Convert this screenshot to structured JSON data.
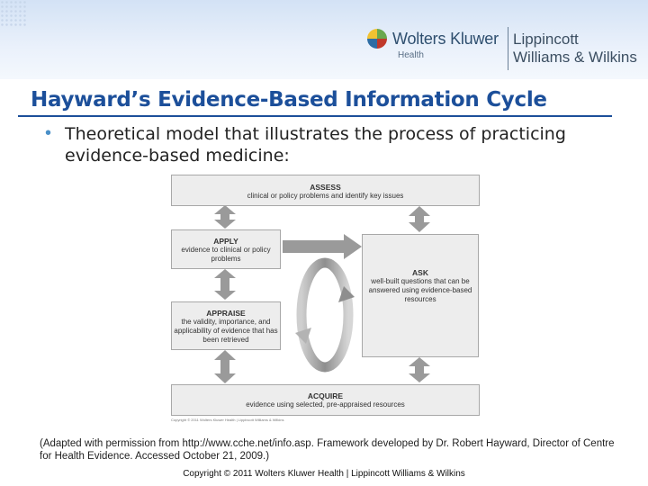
{
  "header": {
    "logo_main": "Wolters Kluwer",
    "logo_sub": "Health",
    "logo_right_line1": "Lippincott",
    "logo_right_line2": "Williams & Wilkins",
    "logo_icon": "wolters-kluwer-logo-icon"
  },
  "slide": {
    "title": "Hayward’s Evidence-Based Information Cycle",
    "bullet": "Theoretical model that illustrates the process of practicing evidence-based medicine:"
  },
  "diagram": {
    "assess": {
      "heading": "ASSESS",
      "text": "clinical or policy problems and identify key issues"
    },
    "apply": {
      "heading": "APPLY",
      "text": "evidence to clinical or policy problems"
    },
    "appraise": {
      "heading": "APPRAISE",
      "text": "the validity, importance, and applicability of evidence that has been retrieved"
    },
    "ask": {
      "heading": "ASK",
      "text": "well-built questions that can be answered using evidence-based resources"
    },
    "acquire": {
      "heading": "ACQUIRE",
      "text": "evidence using selected, pre-appraised resources"
    },
    "figure_copyright": "Copyright © 2011 Wolters Kluwer Health | Lippincott Williams & Wilkins"
  },
  "caption": "(Adapted with permission from http://www.cche.net/info.asp. Framework developed by Dr. Robert Hayward, Director of Centre for Health Evidence. Accessed October 21, 2009.)",
  "footer": "Copyright © 2011 Wolters Kluwer Health | Lippincott Williams & Wilkins",
  "colors": {
    "title": "#1c4f9a",
    "bullet": "#4a90c8",
    "box_fill": "#ededed",
    "arrow": "#9a9a9a"
  }
}
